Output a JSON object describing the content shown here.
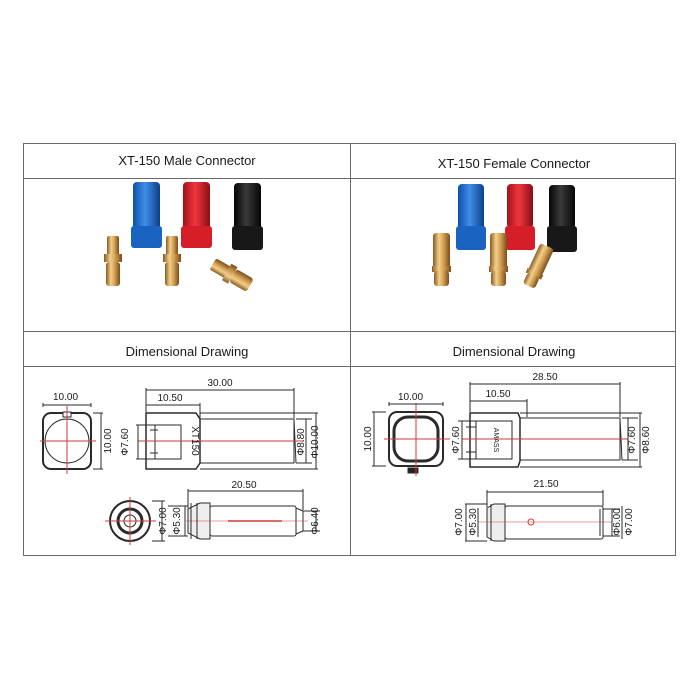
{
  "headers": {
    "male_title": "XT-150 Male Connector",
    "female_title": "XT-150 Female Connector",
    "male_drawing": "Dimensional Drawing",
    "female_drawing": "Dimensional Drawing"
  },
  "colors": {
    "blue": "#1f6fd0",
    "red": "#e0242c",
    "black": "#1d1d1d",
    "gold": "#c99a52",
    "centerline": "#d33a3a"
  },
  "male": {
    "body_label": "XT150",
    "top_dims": {
      "front_w": "10.00",
      "front_h": "10.00",
      "body_len": "30.00",
      "head_len": "10.50",
      "d_inner": "Φ7.60",
      "d_a": "Φ8.80",
      "d_b": "Φ10.00"
    },
    "pin_dims": {
      "len": "20.50",
      "d1": "Φ7.00",
      "d2": "Φ5.30",
      "d3": "Φ6.40"
    }
  },
  "female": {
    "body_label": "AMASS",
    "top_dims": {
      "front_w": "10.00",
      "front_h": "10.00",
      "body_len": "28.50",
      "head_len": "10.50",
      "d_inner": "Φ7.60",
      "d_a": "Φ7.60",
      "d_b": "Φ8.60"
    },
    "pin_dims": {
      "len": "21.50",
      "d1": "Φ7.00",
      "d2": "Φ5.30",
      "d3": "Φ6.00",
      "d4": "Φ7.00"
    }
  }
}
